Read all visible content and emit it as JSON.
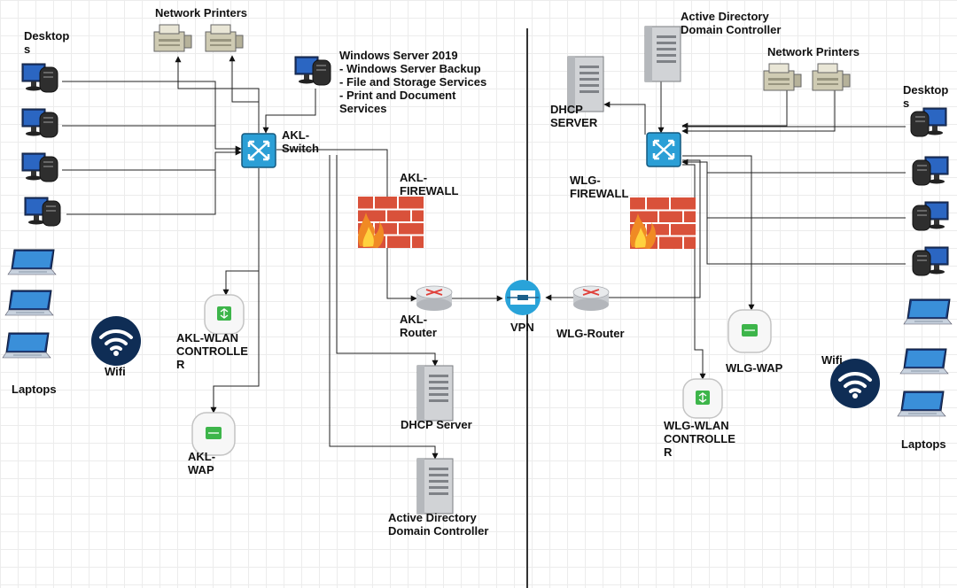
{
  "akl": {
    "desktops": "Desktop\ns",
    "printers": "Network Printers",
    "server": "Windows Server 2019\n- Windows Server Backup\n- File and Storage Services\n- Print and Document\nServices",
    "switch": "AKL-\nSwitch",
    "firewall": "AKL-\nFIREWALL",
    "router": "AKL-\nRouter",
    "wlan": "AKL-WLAN\nCONTROLLE\nR",
    "wap": "AKL-\nWAP",
    "wifi": "Wifi",
    "laptops": "Laptops",
    "dhcp": "DHCP Server",
    "ad": "Active Directory\nDomain Controller"
  },
  "vpn": "VPN",
  "wlg": {
    "ad": "Active Directory\nDomain Controller",
    "printers": "Network Printers",
    "desktops": "Desktop\ns",
    "dhcp": "DHCP\nSERVER",
    "firewall": "WLG-\nFIREWALL",
    "router": "WLG-Router",
    "wap": "WLG-WAP",
    "wlan": "WLG-WLAN\nCONTROLLE\nR",
    "wifi": "Wifi",
    "laptops": "Laptops"
  },
  "icon_names": [
    "desktop-icon",
    "laptop-icon",
    "printer-icon",
    "server-icon",
    "switch-icon",
    "firewall-icon",
    "router-icon",
    "vpn-icon",
    "access-point-icon",
    "wifi-icon"
  ],
  "colors": {
    "switch": "#2b9fd6",
    "vpn": "#29a3d9",
    "firewall_brick": "#d9513a",
    "wifi_badge": "#0f2d55",
    "wap_light": "#3db54a"
  }
}
